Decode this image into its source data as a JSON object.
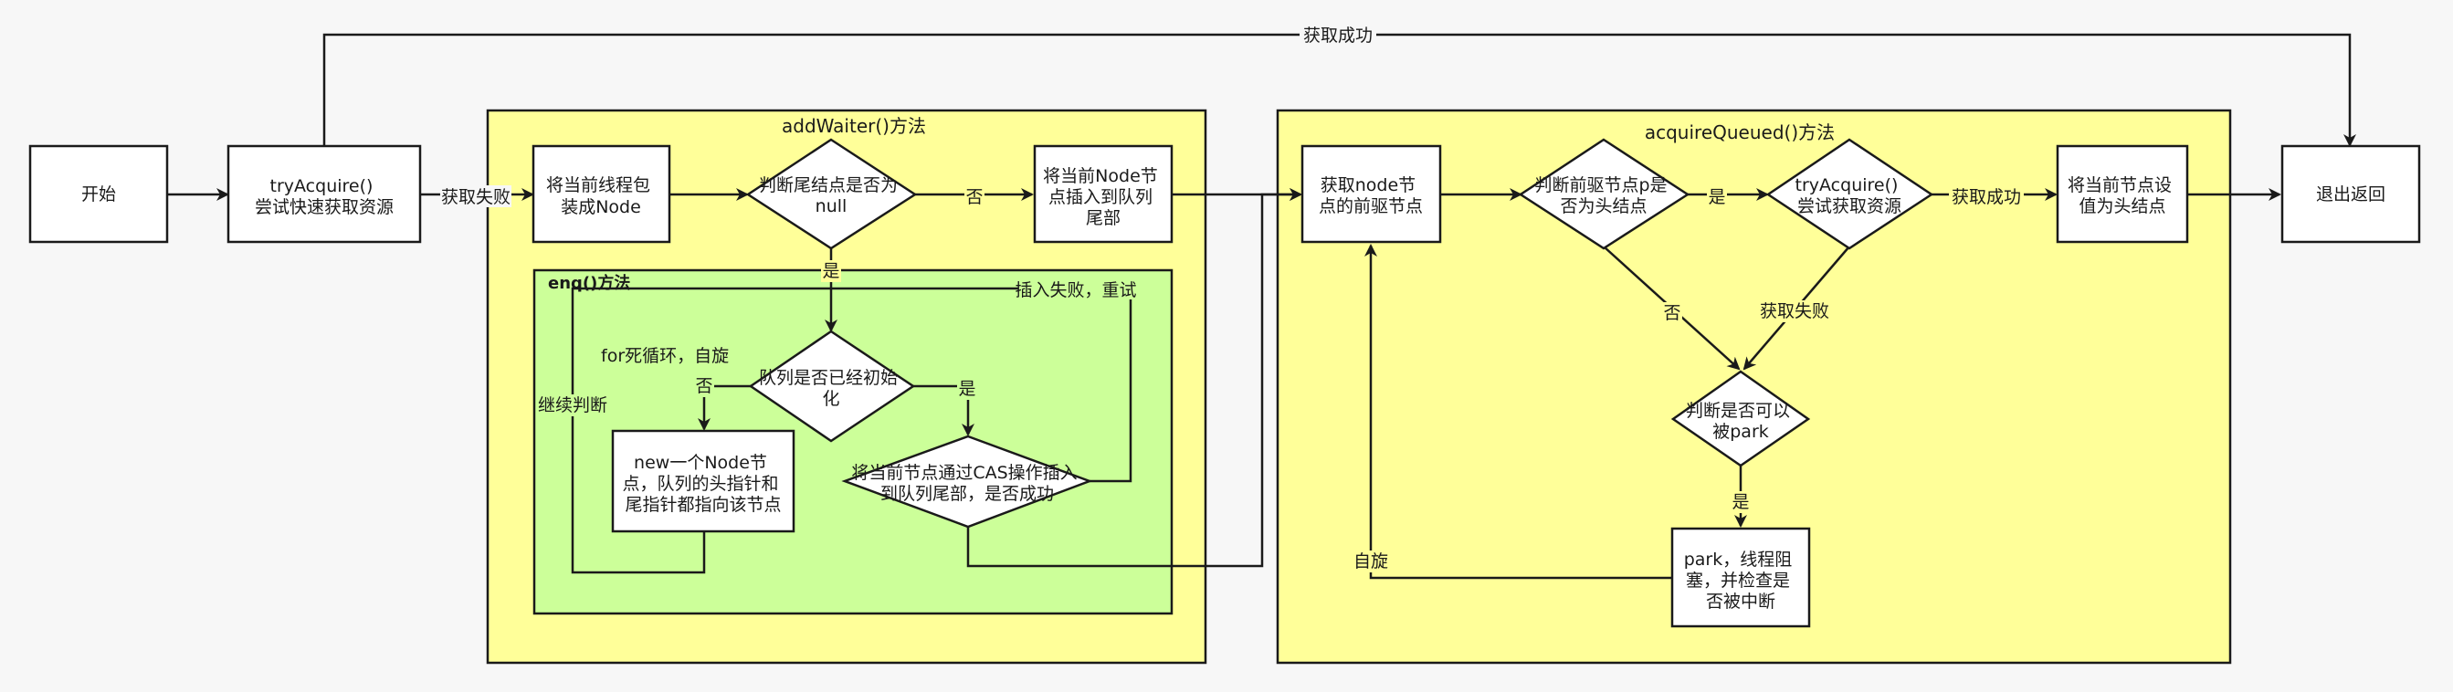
{
  "groups": {
    "add_waiter": "addWaiter()方法",
    "acquire_queued": "acquireQueued()方法",
    "enq": "enq()方法",
    "for_loop_note": "for死循环，自旋"
  },
  "nodes": {
    "start": "开始",
    "try_acquire_1": [
      "tryAcquire()",
      "尝试快速获取资源"
    ],
    "wrap_node": [
      "将当前线程包",
      "装成Node"
    ],
    "tail_null": [
      "判断尾结点是否为",
      "null"
    ],
    "insert_tail": [
      "将当前Node节",
      "点插入到队列",
      "尾部"
    ],
    "queue_init": [
      "队列是否已经初始",
      "化"
    ],
    "new_node": [
      "new一个Node节",
      "点，队列的头指针和",
      "尾指针都指向该节点"
    ],
    "cas_insert": [
      "将当前节点通过CAS操作插入",
      "到队列尾部，是否成功"
    ],
    "get_prev": [
      "获取node节",
      "点的前驱节点"
    ],
    "prev_is_head": [
      "判断前驱节点p是",
      "否为头结点"
    ],
    "try_acquire_2": [
      "tryAcquire()",
      "尝试获取资源"
    ],
    "set_head": [
      "将当前节点设",
      "值为头结点"
    ],
    "exit": "退出返回",
    "can_park": [
      "判断是否可以",
      "被park"
    ],
    "park": [
      "park，线程阻",
      "塞，并检查是",
      "否被中断"
    ]
  },
  "edge_labels": {
    "acquire_success_top": "获取成功",
    "acquire_fail_1": "获取失败",
    "no_1": "否",
    "yes_1": "是",
    "insert_fail_retry": "插入失败，重试",
    "no_2": "否",
    "yes_2": "是",
    "continue_check": "继续判断",
    "yes_3": "是",
    "acquire_success_2": "获取成功",
    "no_3": "否",
    "acquire_fail_2": "获取失败",
    "yes_4": "是",
    "spin": "自旋"
  },
  "colors": {
    "yellow_group": "#ffff99",
    "green_group": "#ccff99",
    "stroke": "#1a1a1a",
    "background": "#f7f7f7"
  }
}
